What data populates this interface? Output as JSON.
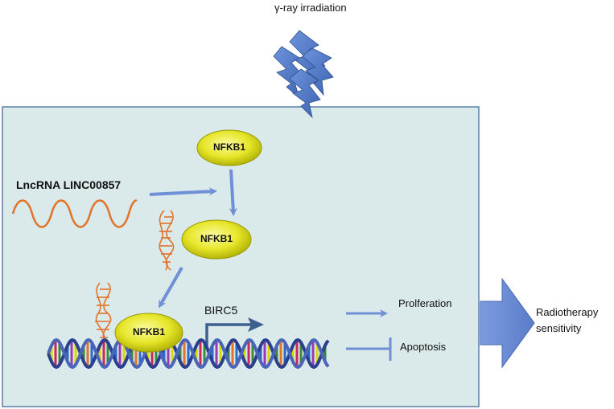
{
  "irradiation": {
    "label": "γ-ray irradiation"
  },
  "lncrna": {
    "label": "LncRNA LINC00857"
  },
  "nfkb1": {
    "top": "NFKB1",
    "middle": "NFKB1",
    "bottom": "NFKB1"
  },
  "gene": {
    "label": "BIRC5"
  },
  "outcomes": {
    "proliferation": "Prolferation",
    "apoptosis": "Apoptosis"
  },
  "result": {
    "label": "Radiotherapy sensitivity"
  },
  "colors": {
    "cell_fill": "#dae9ea",
    "cell_border": "#5b7fa8",
    "arrow": "#6f8fd6",
    "lightning": "#4f78c8",
    "ellipse_light": "#f4f46a",
    "ellipse_dark": "#b8b800",
    "rna": "#e2732a",
    "result_arrow": "#6f8fd6",
    "promoter_arrow": "#3f5f8f"
  }
}
